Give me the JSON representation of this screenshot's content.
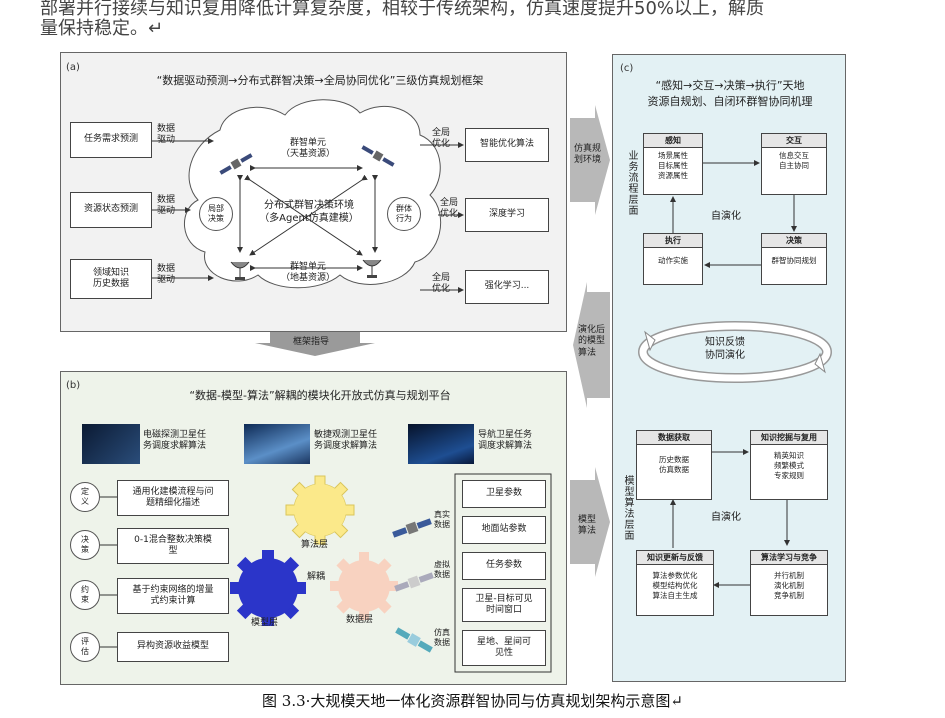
{
  "intro": {
    "line1": "部署并行接续与知识复用降低计算复杂度，相较于传统架构，仿真速度提升50%以上，解质",
    "line2": "量保持稳定。↵"
  },
  "panel_a": {
    "label": "(a)",
    "title": "“数据驱动预测→分布式群智决策→全局协同优化”三级仿真规划框架",
    "inputs": [
      "任务需求预测",
      "资源状态预测",
      "领域知识\n历史数据"
    ],
    "input_edge": "数据\n驱动",
    "cloud_top": "群智单元\n（天基资源）",
    "cloud_center": "分布式群智决策环境\n（多Agent仿真建模）",
    "cloud_bottom": "群智单元\n（地基资源）",
    "local_decision": "局部\n决策",
    "group_behavior": "群体\n行为",
    "output_edge": "全局\n优化",
    "outputs": [
      "智能优化算法",
      "深度学习",
      "强化学习..."
    ]
  },
  "framework_guide": "框架指导",
  "side_arrows": {
    "env": "仿真规\n划环境",
    "evolved": "演化后\n的模型\n算法",
    "model": "模型\n算法"
  },
  "panel_b": {
    "label": "(b)",
    "title": "“数据-模型-算法”解耦的模块化开放式仿真与规划平台",
    "scenarios": [
      "电磁探测卫星任\n务调度求解算法",
      "敏捷观测卫星任\n务调度求解算法",
      "导航卫星任务\n调度求解算法"
    ],
    "steps": [
      {
        "tag": "定\n义",
        "text": "通用化建模流程与问\n题精细化描述"
      },
      {
        "tag": "决\n策",
        "text": "0-1混合整数决策模\n型"
      },
      {
        "tag": "约\n束",
        "text": "基于约束网络的增量\n式约束计算"
      },
      {
        "tag": "评\n估",
        "text": "异构资源收益模型"
      }
    ],
    "gear_alg": "算法层",
    "gear_model": "模型层",
    "gear_data": "数据层",
    "decouple": "解耦",
    "data_types": [
      "真实\n数据",
      "虚拟\n数据",
      "仿真\n数据"
    ],
    "params": [
      "卫星参数",
      "地面站参数",
      "任务参数",
      "卫星-目标可见\n时间窗口",
      "星地、星间可\n见性"
    ]
  },
  "panel_c": {
    "label": "(c)",
    "title": "“感知→交互→决策→执行”天地\n资源自规划、自闭环群智协同机理",
    "business_layer": "业务流程层面",
    "model_layer": "模型算法层面",
    "perceive": {
      "head": "感知",
      "body": "场景属性\n目标属性\n资源属性"
    },
    "interact": {
      "head": "交互",
      "body": "信息交互\n自主协同"
    },
    "execute": {
      "head": "执行",
      "body": "动作实施"
    },
    "decide": {
      "head": "决策",
      "body": "群智协同规划"
    },
    "self_evolve": "自演化",
    "feedback": "知识反馈\n协同演化",
    "data_acq": {
      "head": "数据获取",
      "body": "历史数据\n仿真数据"
    },
    "knowledge": {
      "head": "知识挖掘与复用",
      "body": "精英知识\n频繁模式\n专家规则"
    },
    "update": {
      "head": "知识更新与反馈",
      "body": "算法参数优化\n模型结构优化\n算法自主生成"
    },
    "learning": {
      "head": "算法学习与竞争",
      "body": "并行机制\n演化机制\n竞争机制"
    }
  },
  "caption": "图 3.3·大规模天地一体化资源群智协同与仿真规划架构示意图↵",
  "colors": {
    "panel_a": "#f2f2f2",
    "panel_b": "#eef3ea",
    "panel_c": "#e3f1f4",
    "gear_yellow": "#fbe98a",
    "gear_blue": "#2b35c9",
    "gear_pink": "#f8d2c0",
    "arrow_gray": "#9a9a9a"
  }
}
